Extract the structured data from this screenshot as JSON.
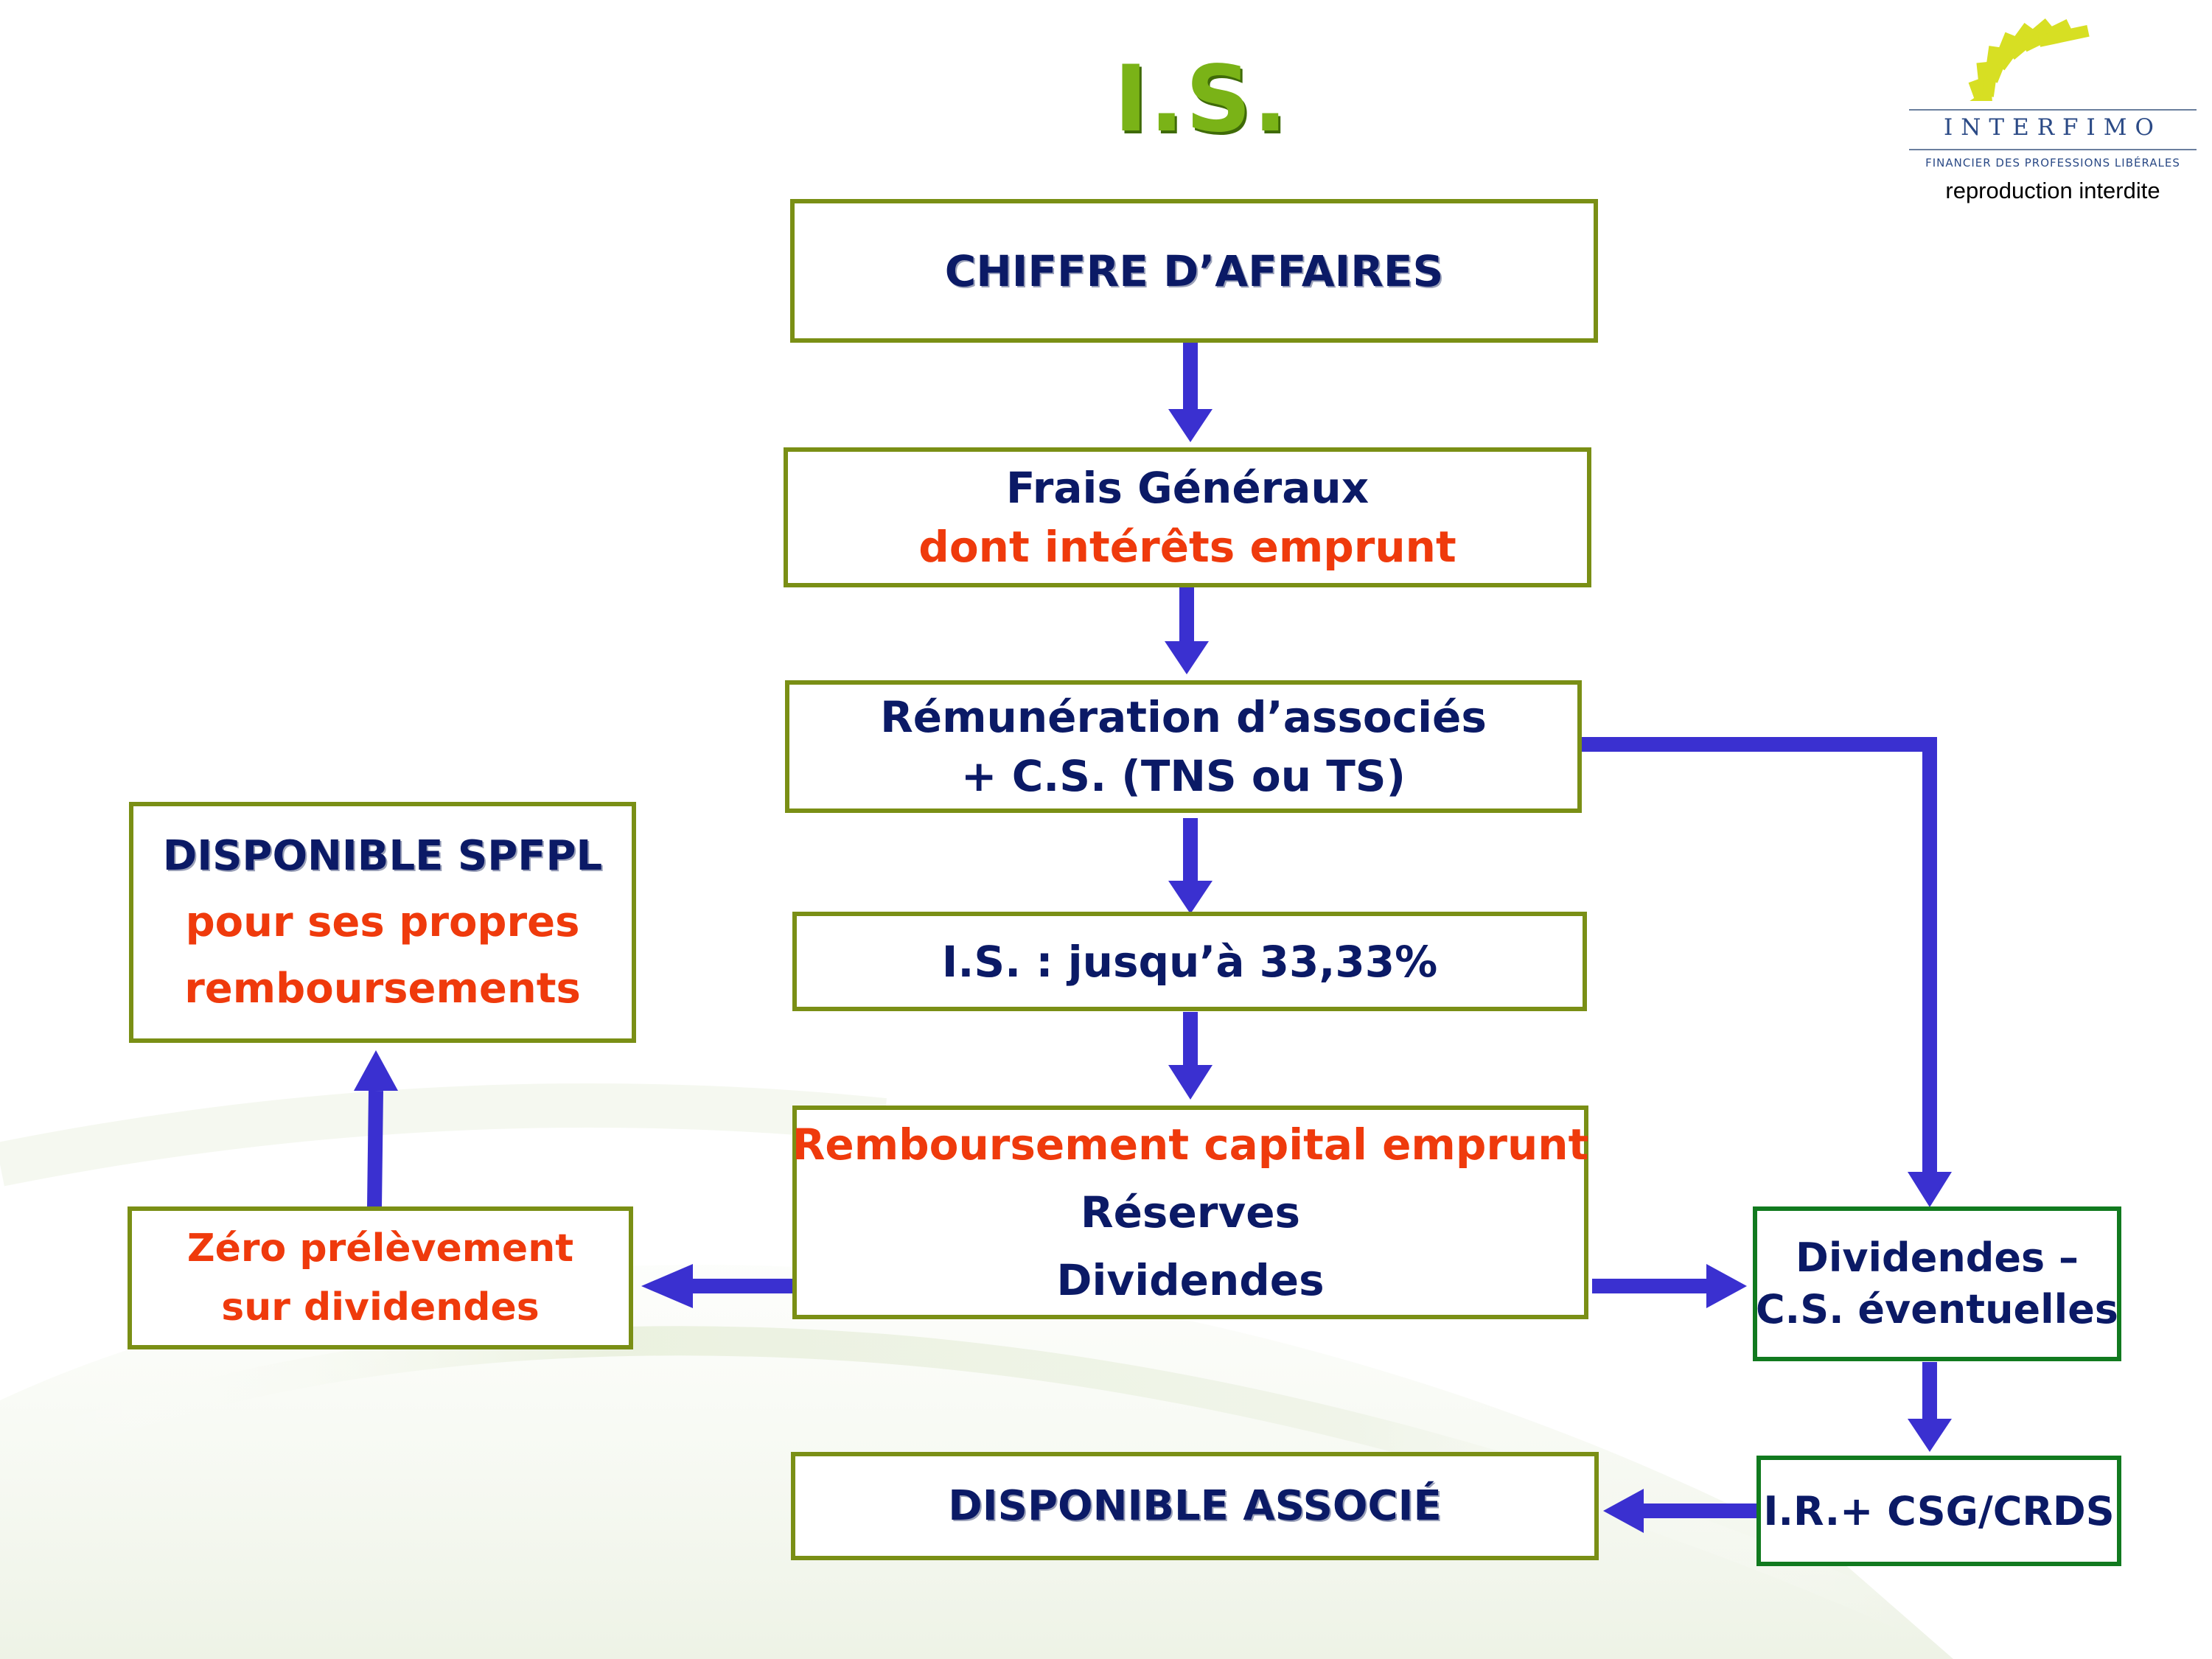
{
  "title": "I.S.",
  "logo": {
    "name": "INTERFIMO",
    "tagline": "FINANCIER DES PROFESSIONS LIBÉRALES",
    "notice": "reproduction interdite"
  },
  "boxes": {
    "chiffre_affaires": "CHIFFRE D’AFFAIRES",
    "frais_generaux": {
      "line1": "Frais Généraux",
      "line2": "dont intérêts emprunt"
    },
    "remuneration": {
      "line1": "Rémunération d’associés",
      "line2": "+ C.S.  (TNS ou TS)"
    },
    "is_rate": "I.S. :  jusqu’à 33,33%",
    "remboursement": {
      "line1": "Remboursement capital emprunt",
      "line2": "Réserves",
      "line3": "Dividendes"
    },
    "disponible_spfpl": {
      "line1": "DISPONIBLE SPFPL",
      "line2": "pour ses propres",
      "line3": "remboursements"
    },
    "zero_prelevement": {
      "line1": "Zéro prélèvement",
      "line2": "sur dividendes"
    },
    "dividendes_cs": {
      "line1": "Dividendes –",
      "line2": "C.S. éventuelles"
    },
    "ir_csg": "I.R.+ CSG/CRDS",
    "disponible_associe": "DISPONIBLE ASSOCIÉ"
  },
  "colors": {
    "title_green": "#7ab317",
    "box_border_olive": "#7a8f15",
    "box_border_green": "#117a1f",
    "text_navy": "#0b1a66",
    "text_red": "#ef3a0c",
    "arrow_blue": "#3a30d0",
    "logo_yellow": "#d7df23"
  }
}
